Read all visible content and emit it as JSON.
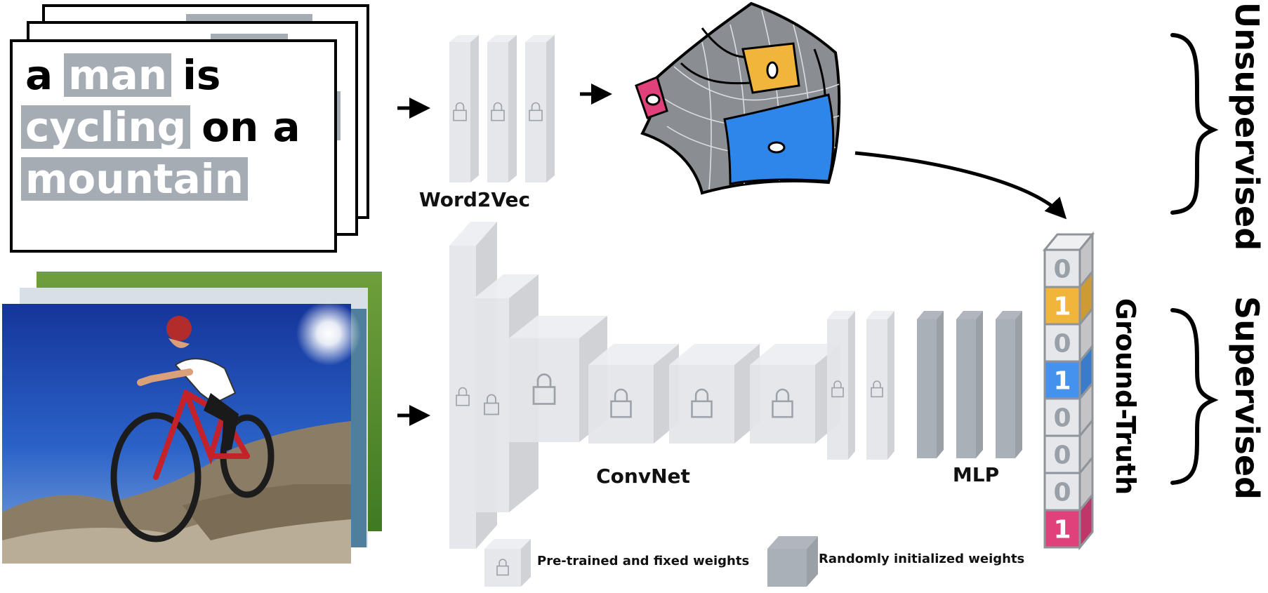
{
  "caption": {
    "lines": [
      [
        {
          "text": "a",
          "boxed": false
        },
        {
          "text": "man",
          "boxed": true
        },
        {
          "text": "is",
          "boxed": false
        }
      ],
      [
        {
          "text": "cycling",
          "boxed": true
        },
        {
          "text": "on a",
          "boxed": false
        }
      ],
      [
        {
          "text": "mountain",
          "boxed": true
        }
      ]
    ]
  },
  "labels": {
    "word2vec": "Word2Vec",
    "convnet": "ConvNet",
    "mlp": "MLP",
    "ground_truth": "Ground-Truth",
    "unsupervised": "Unsupervised",
    "supervised": "Supervised"
  },
  "legend": {
    "pretrained": "Pre-trained and fixed weights",
    "random": "Randomly initialized weights"
  },
  "ground_truth_vector": {
    "values": [
      "0",
      "1",
      "0",
      "1",
      "0",
      "0",
      "0",
      "1"
    ],
    "colors": [
      "#e6e7ea",
      "#f2b53c",
      "#e6e7ea",
      "#4592ee",
      "#e6e7ea",
      "#e6e7ea",
      "#e6e7ea",
      "#e0417a"
    ]
  },
  "colors": {
    "fixed_layer": "#e3e5e9",
    "random_layer": "#a3a9b2",
    "word_box": "#a6acb4",
    "manifold": "#8a8d92",
    "pink_region": "#e0417a",
    "yellow_region": "#f2b53c",
    "blue_region": "#2f86ea"
  }
}
